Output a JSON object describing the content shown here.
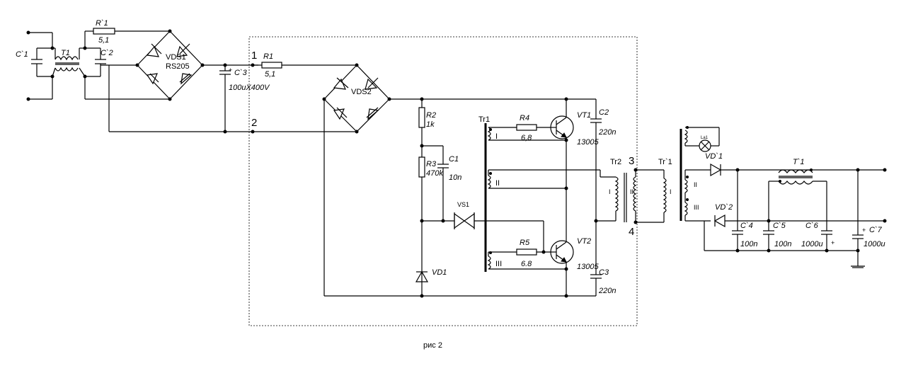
{
  "caption": "рис 2",
  "left": {
    "c1": "C`1",
    "t1": "T1",
    "r1": "R`1",
    "r1_value": "5,1",
    "c2": "C`2",
    "vds1": "VDS1",
    "vds1_type": "RS205",
    "c3": "C`3",
    "c3_value": "100uX400V"
  },
  "inverter": {
    "node1": "1",
    "node2": "2",
    "r1": "R1",
    "r1_value": "5,1",
    "vds2": "VDS2",
    "r2": "R2",
    "r2_value": "1k",
    "r3": "R3",
    "r3_value": "470k",
    "c1": "C1",
    "c1_value": "10n",
    "vs1": "VS1",
    "vd1": "VD1",
    "tr1": "Tr1",
    "w1": "I",
    "w2": "II",
    "w3": "III",
    "r4": "R4",
    "r4_value": "6,8",
    "r5": "R5",
    "r5_value": "6.8",
    "vt1": "VT1",
    "vt1_type": "13005",
    "vt2": "VT2",
    "vt2_type": "13005",
    "c2": "C2",
    "c2_value": "220n",
    "c3": "C3",
    "c3_value": "220n",
    "tr2": "Tr2",
    "tr2_w1": "I",
    "tr2_w2": "II",
    "node3": "3",
    "node4": "4"
  },
  "output": {
    "tr1": "Tr`1",
    "w1": "I",
    "w2": "II",
    "w3": "III",
    "lamp": "La1",
    "vd1": "VD`1",
    "vd2": "VD`2",
    "t1": "T`1",
    "c4": "C`4",
    "c4_value": "100n",
    "c5": "C`5",
    "c5_value": "100n",
    "c6": "C`6",
    "c6_value": "1000u",
    "c7": "C`7",
    "c7_value": "1000u",
    "plus": "+",
    "plus2": "+"
  }
}
